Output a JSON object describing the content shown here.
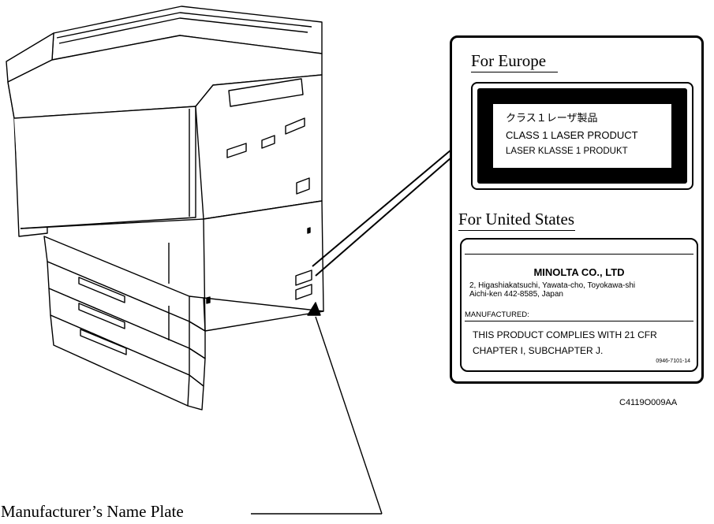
{
  "europe": {
    "heading": "For Europe",
    "label_lines": [
      "クラス１レーザ製品",
      "CLASS 1 LASER PRODUCT",
      "LASER KLASSE 1 PRODUKT"
    ]
  },
  "united_states": {
    "heading": "For United States",
    "company": "MINOLTA CO., LTD",
    "address_line1": "2, Higashiakatsuchi, Yawata-cho, Toyokawa-shi",
    "address_line2": "Aichi-ken 442-8585, Japan",
    "manufactured_label": "MANUFACTURED:",
    "compliance_line1": "THIS PRODUCT COMPLIES WITH 21 CFR",
    "compliance_line2": "CHAPTER I, SUBCHAPTER J.",
    "plate_code": "0946-7101-14"
  },
  "figure_code": "C4119O009AA",
  "caption": "Manufacturer’s Name Plate"
}
